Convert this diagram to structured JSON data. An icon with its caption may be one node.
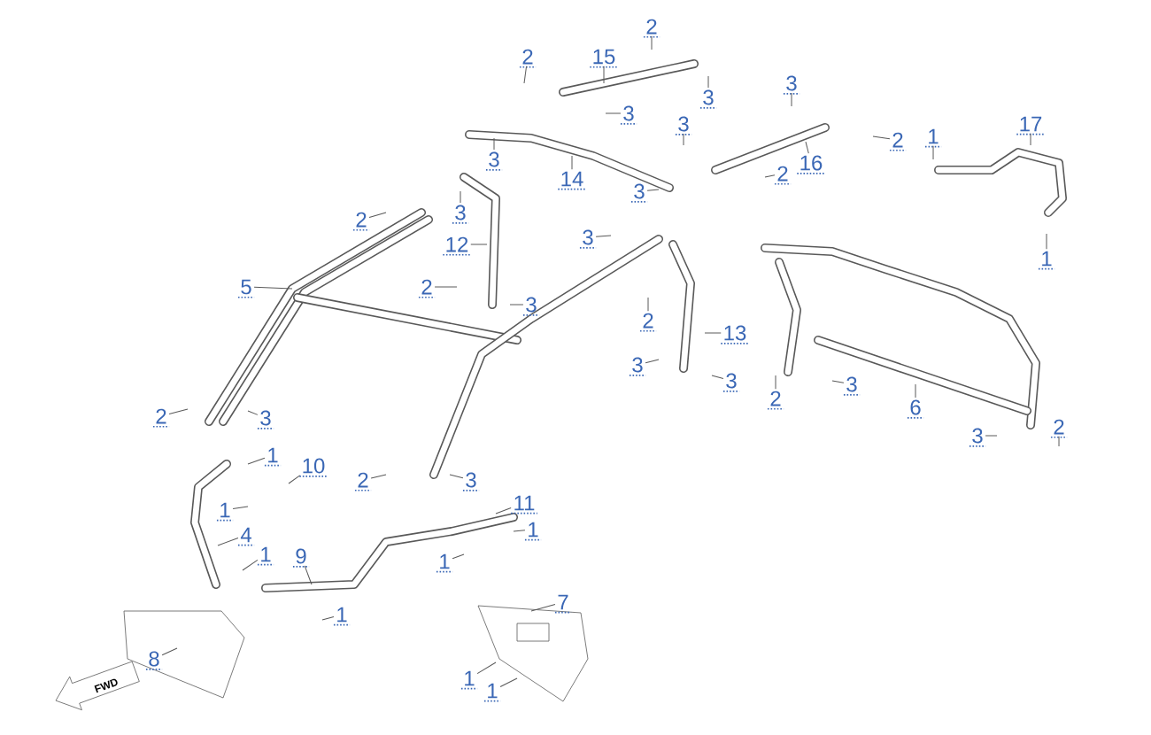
{
  "diagram": {
    "nodes": [
      {
        "text": [
          "2"
        ]
      },
      {
        "text": [
          "2"
        ]
      },
      {
        "text": [
          "15"
        ]
      },
      {
        "text": [
          "3"
        ]
      },
      {
        "text": [
          "3"
        ]
      },
      {
        "text": [
          "3"
        ]
      },
      {
        "text": [
          "3"
        ]
      },
      {
        "text": [
          "17"
        ]
      },
      {
        "text": [
          "1"
        ]
      },
      {
        "text": [
          "2"
        ]
      },
      {
        "text": [
          "3"
        ]
      },
      {
        "text": [
          "16"
        ]
      },
      {
        "text": [
          "2"
        ]
      },
      {
        "text": [
          "14"
        ]
      },
      {
        "text": [
          "3"
        ]
      },
      {
        "text": [
          "3"
        ]
      },
      {
        "text": [
          "2"
        ]
      },
      {
        "text": [
          "3"
        ]
      },
      {
        "text": [
          "12"
        ]
      },
      {
        "text": [
          "1"
        ]
      },
      {
        "text": [
          "5"
        ]
      },
      {
        "text": [
          "2"
        ]
      },
      {
        "text": [
          "3"
        ]
      },
      {
        "text": [
          "2"
        ]
      },
      {
        "text": [
          "13"
        ]
      },
      {
        "text": [
          "3"
        ]
      },
      {
        "text": [
          "3"
        ]
      },
      {
        "text": [
          "3"
        ]
      },
      {
        "text": [
          "2"
        ]
      },
      {
        "text": [
          "6"
        ]
      },
      {
        "text": [
          "2"
        ]
      },
      {
        "text": [
          "3"
        ]
      },
      {
        "text": [
          "2"
        ]
      },
      {
        "text": [
          "3"
        ]
      },
      {
        "text": [
          "1"
        ]
      },
      {
        "text": [
          "10"
        ]
      },
      {
        "text": [
          "2"
        ]
      },
      {
        "text": [
          "3"
        ]
      },
      {
        "text": [
          "11"
        ]
      },
      {
        "text": [
          "1"
        ]
      },
      {
        "text": [
          "1"
        ]
      },
      {
        "text": [
          "4"
        ]
      },
      {
        "text": [
          "1"
        ]
      },
      {
        "text": [
          "1"
        ]
      },
      {
        "text": [
          "9"
        ]
      },
      {
        "text": [
          "7"
        ]
      },
      {
        "text": [
          "1"
        ]
      },
      {
        "text": [
          "8"
        ]
      },
      {
        "text": [
          "1"
        ]
      },
      {
        "text": [
          "1"
        ]
      }
    ],
    "edges": [
      {
        "from": 0,
        "to": null,
        "arrow": "none"
      },
      {
        "from": 1,
        "to": null,
        "arrow": "none"
      },
      {
        "from": 2,
        "to": null,
        "arrow": "none"
      },
      {
        "from": 3,
        "to": null,
        "arrow": "none"
      },
      {
        "from": 4,
        "to": null,
        "arrow": "none"
      },
      {
        "from": 5,
        "to": null,
        "arrow": "none"
      },
      {
        "from": 6,
        "to": null,
        "arrow": "none"
      },
      {
        "from": 7,
        "to": null,
        "arrow": "none"
      },
      {
        "from": 8,
        "to": null,
        "arrow": "none"
      },
      {
        "from": 9,
        "to": null,
        "arrow": "none"
      },
      {
        "from": 10,
        "to": null,
        "arrow": "none"
      },
      {
        "from": 11,
        "to": null,
        "arrow": "none"
      },
      {
        "from": 12,
        "to": null,
        "arrow": "none"
      },
      {
        "from": 13,
        "to": null,
        "arrow": "none"
      },
      {
        "from": 14,
        "to": null,
        "arrow": "none"
      },
      {
        "from": 15,
        "to": null,
        "arrow": "none"
      },
      {
        "from": 16,
        "to": null,
        "arrow": "none"
      },
      {
        "from": 17,
        "to": null,
        "arrow": "none"
      },
      {
        "from": 18,
        "to": null,
        "arrow": "none"
      },
      {
        "from": 19,
        "to": null,
        "arrow": "none"
      },
      {
        "from": 20,
        "to": null,
        "arrow": "none"
      },
      {
        "from": 21,
        "to": null,
        "arrow": "none"
      },
      {
        "from": 22,
        "to": null,
        "arrow": "none"
      },
      {
        "from": 23,
        "to": null,
        "arrow": "none"
      },
      {
        "from": 24,
        "to": null,
        "arrow": "none"
      },
      {
        "from": 25,
        "to": null,
        "arrow": "none"
      },
      {
        "from": 26,
        "to": null,
        "arrow": "none"
      },
      {
        "from": 27,
        "to": null,
        "arrow": "none"
      },
      {
        "from": 28,
        "to": null,
        "arrow": "none"
      },
      {
        "from": 29,
        "to": null,
        "arrow": "none"
      },
      {
        "from": 30,
        "to": null,
        "arrow": "none"
      },
      {
        "from": 31,
        "to": null,
        "arrow": "none"
      },
      {
        "from": 32,
        "to": null,
        "arrow": "none"
      },
      {
        "from": 33,
        "to": null,
        "arrow": "none"
      },
      {
        "from": 34,
        "to": null,
        "arrow": "none"
      },
      {
        "from": 35,
        "to": null,
        "arrow": "none"
      },
      {
        "from": 36,
        "to": null,
        "arrow": "none"
      },
      {
        "from": 37,
        "to": null,
        "arrow": "none"
      },
      {
        "from": 38,
        "to": null,
        "arrow": "none"
      },
      {
        "from": 39,
        "to": null,
        "arrow": "none"
      },
      {
        "from": 40,
        "to": null,
        "arrow": "none"
      },
      {
        "from": 41,
        "to": null,
        "arrow": "none"
      },
      {
        "from": 42,
        "to": null,
        "arrow": "none"
      },
      {
        "from": 43,
        "to": null,
        "arrow": "none"
      },
      {
        "from": 44,
        "to": null,
        "arrow": "none"
      },
      {
        "from": 45,
        "to": null,
        "arrow": "none"
      },
      {
        "from": 46,
        "to": null,
        "arrow": "none"
      },
      {
        "from": 47,
        "to": null,
        "arrow": "none"
      },
      {
        "from": 48,
        "to": null,
        "arrow": "none"
      },
      {
        "from": 49,
        "to": null,
        "arrow": "none"
      }
    ],
    "labels": [
      "FWD"
    ]
  }
}
